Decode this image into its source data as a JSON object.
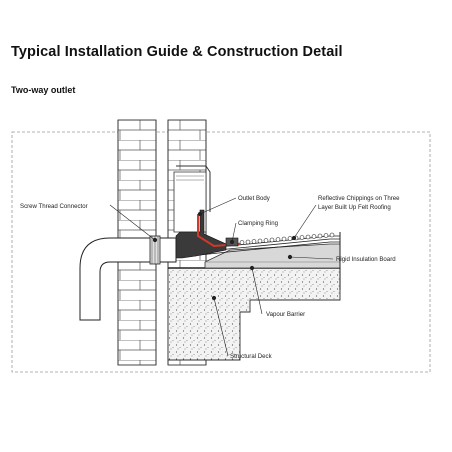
{
  "header": {
    "title": "Typical Installation Guide & Construction Detail",
    "subtitle": "Two-way outlet"
  },
  "labels": {
    "screw_thread_connector": "Screw Thread Connector",
    "outlet_body": "Outlet Body",
    "clamping_ring": "Clamping Ring",
    "chippings_line1": "Reflective Chippings on Three",
    "chippings_line2": "Layer Built Up Felt Roofing",
    "rigid_insulation": "Rigid Insulation Board",
    "vapour_barrier": "Vapour Barrier",
    "structural_deck": "Structural Deck"
  },
  "colors": {
    "membrane_red": "#d1372a",
    "line": "#2a2a2a",
    "concrete_fill": "#f1f1f1",
    "insulation_fill": "#d8d8d8",
    "frame": "#9a9a9a"
  }
}
